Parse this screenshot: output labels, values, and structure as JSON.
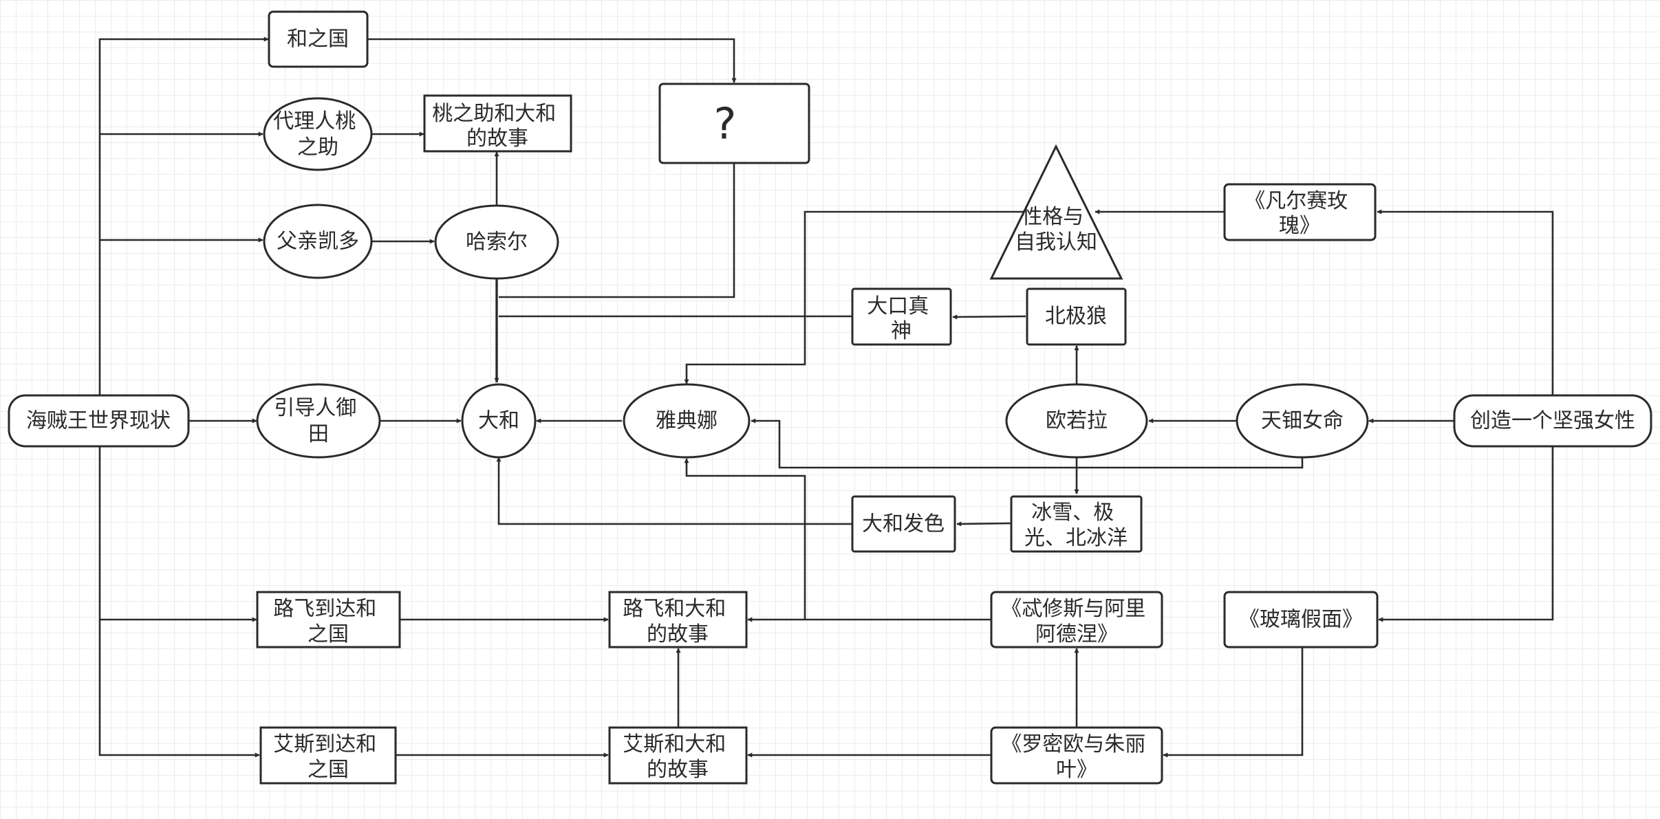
{
  "nodes": {
    "he_zhi_guo": "和之国",
    "unknown": "?",
    "daili_taozhizhu": [
      "代理人桃",
      "之助"
    ],
    "taozhizhu_story": [
      "桃之助和大和",
      "的故事"
    ],
    "fuqin_kaiduo": "父亲凯多",
    "hasuoer": "哈索尔",
    "xingge": [
      "性格与",
      "自我认知"
    ],
    "fanersai": [
      "《凡尔赛玫",
      "瑰》"
    ],
    "dakou_zhenshen": [
      "大口真",
      "神"
    ],
    "beijilang": "北极狼",
    "haizeiwang": "海贼王世界现状",
    "yindaoren": [
      "引导人御",
      "田"
    ],
    "dahe": "大和",
    "yadianna": "雅典娜",
    "ouruola": "欧若拉",
    "tiannvming": "天钿女命",
    "chuangzao": "创造一个坚强女性",
    "dahe_fase": "大和发色",
    "bingxue": [
      "冰雪、极",
      "光、北冰洋"
    ],
    "lufei_daoda": [
      "路飞到达和",
      "之国"
    ],
    "lufei_story": [
      "路飞和大和",
      "的故事"
    ],
    "taxiusi": [
      "《忒修斯与阿里",
      "阿德涅》"
    ],
    "bolijiamian": "《玻璃假面》",
    "aisi_daoda": [
      "艾斯到达和",
      "之国"
    ],
    "aisi_story": [
      "艾斯和大和",
      "的故事"
    ],
    "luomiou": [
      "《罗密欧与朱丽",
      "叶》"
    ]
  },
  "edges": [
    [
      "haizeiwang",
      "he_zhi_guo"
    ],
    [
      "haizeiwang",
      "daili_taozhizhu"
    ],
    [
      "haizeiwang",
      "fuqin_kaiduo"
    ],
    [
      "haizeiwang",
      "yindaoren"
    ],
    [
      "haizeiwang",
      "lufei_daoda"
    ],
    [
      "haizeiwang",
      "aisi_daoda"
    ],
    [
      "he_zhi_guo",
      "unknown"
    ],
    [
      "unknown",
      "dahe"
    ],
    [
      "daili_taozhizhu",
      "taozhizhu_story"
    ],
    [
      "fuqin_kaiduo",
      "hasuoer"
    ],
    [
      "hasuoer",
      "taozhizhu_story"
    ],
    [
      "hasuoer",
      "dahe"
    ],
    [
      "yindaoren",
      "dahe"
    ],
    [
      "yadianna",
      "dahe"
    ],
    [
      "dahe_fase",
      "dahe"
    ],
    [
      "dakou_zhenshen",
      "dahe"
    ],
    [
      "beijilang",
      "dakou_zhenshen"
    ],
    [
      "ouruola",
      "beijilang"
    ],
    [
      "ouruola",
      "bingxue"
    ],
    [
      "bingxue",
      "dahe_fase"
    ],
    [
      "tiannvming",
      "ouruola"
    ],
    [
      "tiannvming",
      "yadianna"
    ],
    [
      "chuangzao",
      "tiannvming"
    ],
    [
      "chuangzao",
      "fanersai"
    ],
    [
      "chuangzao",
      "bolijiamian"
    ],
    [
      "fanersai",
      "xingge"
    ],
    [
      "xingge",
      "yadianna"
    ],
    [
      "taxiusi",
      "lufei_story"
    ],
    [
      "taxiusi",
      "yadianna"
    ],
    [
      "lufei_daoda",
      "lufei_story"
    ],
    [
      "aisi_daoda",
      "aisi_story"
    ],
    [
      "aisi_story",
      "lufei_story"
    ],
    [
      "luomiou",
      "aisi_story"
    ],
    [
      "luomiou",
      "taxiusi"
    ],
    [
      "bolijiamian",
      "luomiou"
    ]
  ]
}
